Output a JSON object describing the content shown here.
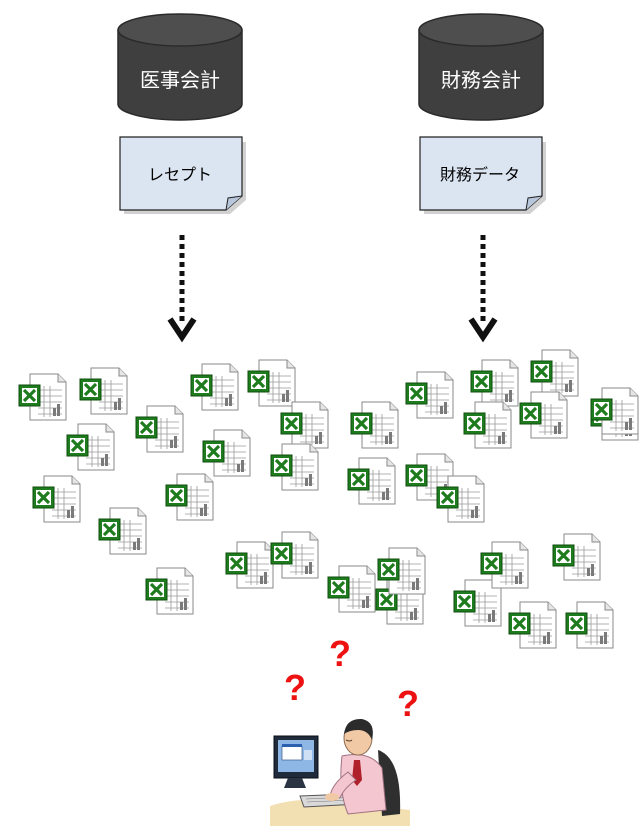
{
  "databases": {
    "left": {
      "label": "医事会計"
    },
    "right": {
      "label": "財務会計"
    }
  },
  "documents": {
    "left": {
      "label": "レセプト"
    },
    "right": {
      "label": "財務データ"
    }
  },
  "question_marks": [
    "?",
    "?",
    "?"
  ],
  "colors": {
    "database": "#3f3f3f",
    "database_top": "#5a5a5a",
    "document_fill": "#dbe5f1",
    "excel_green": "#1e7b1e",
    "question_mark": "#ee1111"
  },
  "icons": [
    "excel-file-icon",
    "user-at-computer-icon",
    "dotted-arrow-icon"
  ]
}
